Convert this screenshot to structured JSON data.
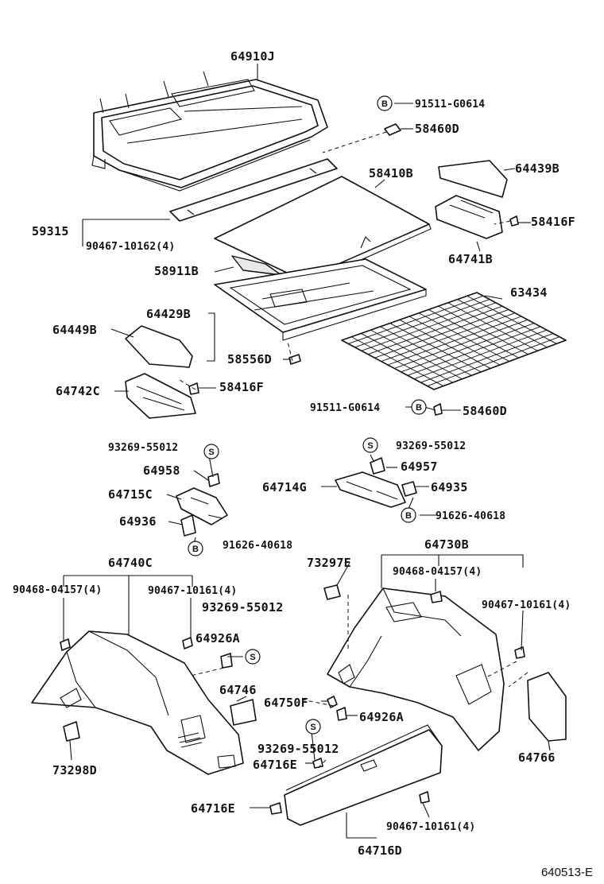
{
  "diagram_code": "640513-E",
  "markers": {
    "bolt": "B",
    "screw": "S"
  },
  "labels": {
    "p64910J": "64910J",
    "p91511_top": "91511-G0614",
    "p58460D_top": "58460D",
    "p58410B": "58410B",
    "p64439B": "64439B",
    "p59315": "59315",
    "p90467_10162": "90467-10162(4)",
    "p58416F_top": "58416F",
    "p58911B": "58911B",
    "p64741B": "64741B",
    "p64429B": "64429B",
    "p63434": "63434",
    "p64449B": "64449B",
    "p58556D": "58556D",
    "p64742C": "64742C",
    "p58416F_mid": "58416F",
    "p91511_mid": "91511-G0614",
    "p58460D_mid": "58460D",
    "p93269_l": "93269-55012",
    "p64958": "64958",
    "p64715C": "64715C",
    "p64936": "64936",
    "p91626_l": "91626-40618",
    "p93269_r": "93269-55012",
    "p64957": "64957",
    "p64714G": "64714G",
    "p64935": "64935",
    "p91626_r": "91626-40618",
    "p64740C": "64740C",
    "p90468_l": "90468-04157(4)",
    "p90467_10161_l": "90467-10161(4)",
    "p93269_c": "93269-55012",
    "p64926A_l": "64926A",
    "p64746": "64746",
    "p73298D": "73298D",
    "p73297E": "73297E",
    "p64730B": "64730B",
    "p90468_r": "90468-04157(4)",
    "p90467_10161_r": "90467-10161(4)",
    "p64750F": "64750F",
    "p64926A_r": "64926A",
    "p93269_b": "93269-55012",
    "p64716E_a": "64716E",
    "p64716E_b": "64716E",
    "p64766": "64766",
    "p90467_10161_b": "90467-10161(4)",
    "p64716D": "64716D"
  }
}
